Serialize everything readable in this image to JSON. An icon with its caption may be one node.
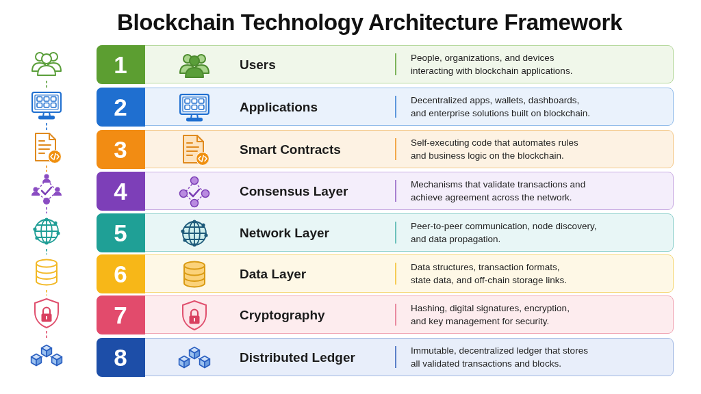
{
  "diagram": {
    "title": "Blockchain Technology Architecture Framework",
    "nodes": [
      {
        "text": [
          "1",
          "Users",
          "People, organizations, and devices interacting with blockchain applications."
        ]
      },
      {
        "text": [
          "2",
          "Applications",
          "Decentralized apps, wallets, dashboards, and enterprise solutions built on blockchain."
        ]
      },
      {
        "text": [
          "3",
          "Smart Contracts",
          "Self-executing code that automates rules and business logic on the blockchain."
        ]
      },
      {
        "text": [
          "4",
          "Consensus Layer",
          "Mechanisms that validate transactions and achieve agreement across the network."
        ]
      },
      {
        "text": [
          "5",
          "Network Layer",
          "Peer-to-peer communication, node discovery, and data propagation."
        ]
      },
      {
        "text": [
          "6",
          "Data Layer",
          "Data structures, transaction formats, state data, and off-chain storage links."
        ]
      },
      {
        "text": [
          "7",
          "Cryptography",
          "Hashing, digital signatures, encryption, and key management for security."
        ]
      },
      {
        "text": [
          "8",
          "Distributed Ledger",
          "Immutable, decentralized ledger that stores all validated transactions and blocks."
        ]
      },
      {
        "text": [],
        "shape": "picture"
      },
      {
        "text": [],
        "shape": "picture"
      },
      {
        "text": [],
        "shape": "picture"
      },
      {
        "text": [],
        "shape": "picture"
      },
      {
        "text": [],
        "shape": "picture"
      },
      {
        "text": [],
        "shape": "picture"
      },
      {
        "text": [],
        "shape": "picture"
      },
      {
        "text": [],
        "shape": "picture"
      }
    ],
    "edges": [
      {
        "from": 8,
        "to": 9,
        "arrow": "none",
        "style": "dashed",
        "color": "#5a9e3a"
      },
      {
        "from": 9,
        "to": 10,
        "arrow": "none",
        "style": "dashed",
        "color": "#1f6fd0"
      },
      {
        "from": 10,
        "to": 11,
        "arrow": "none",
        "style": "dashed",
        "color": "#f0900f"
      },
      {
        "from": 11,
        "to": 12,
        "arrow": "none",
        "style": "dashed",
        "color": "#8a4cc2"
      },
      {
        "from": 12,
        "to": 13,
        "arrow": "none",
        "style": "dashed",
        "color": "#1f9e96"
      },
      {
        "from": 13,
        "to": 14,
        "arrow": "none",
        "style": "dashed",
        "color": "#f2b824"
      },
      {
        "from": 14,
        "to": 15,
        "arrow": "none",
        "style": "dashed",
        "color": "#e0506e"
      }
    ]
  }
}
